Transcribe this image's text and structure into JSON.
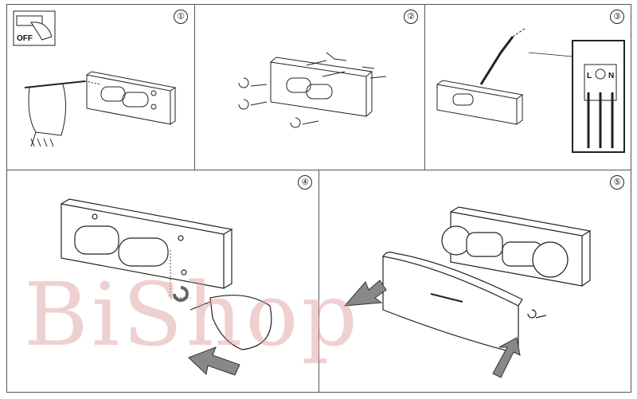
{
  "steps": [
    {
      "number": "①",
      "caption": "OFF"
    },
    {
      "number": "②"
    },
    {
      "number": "③",
      "terminal_labels": [
        "L",
        "N"
      ]
    },
    {
      "number": "④"
    },
    {
      "number": "⑤"
    }
  ],
  "watermark": "BiShop",
  "colors": {
    "line": "#222222",
    "arrow": "#888888",
    "watermark": "#dc9696"
  }
}
